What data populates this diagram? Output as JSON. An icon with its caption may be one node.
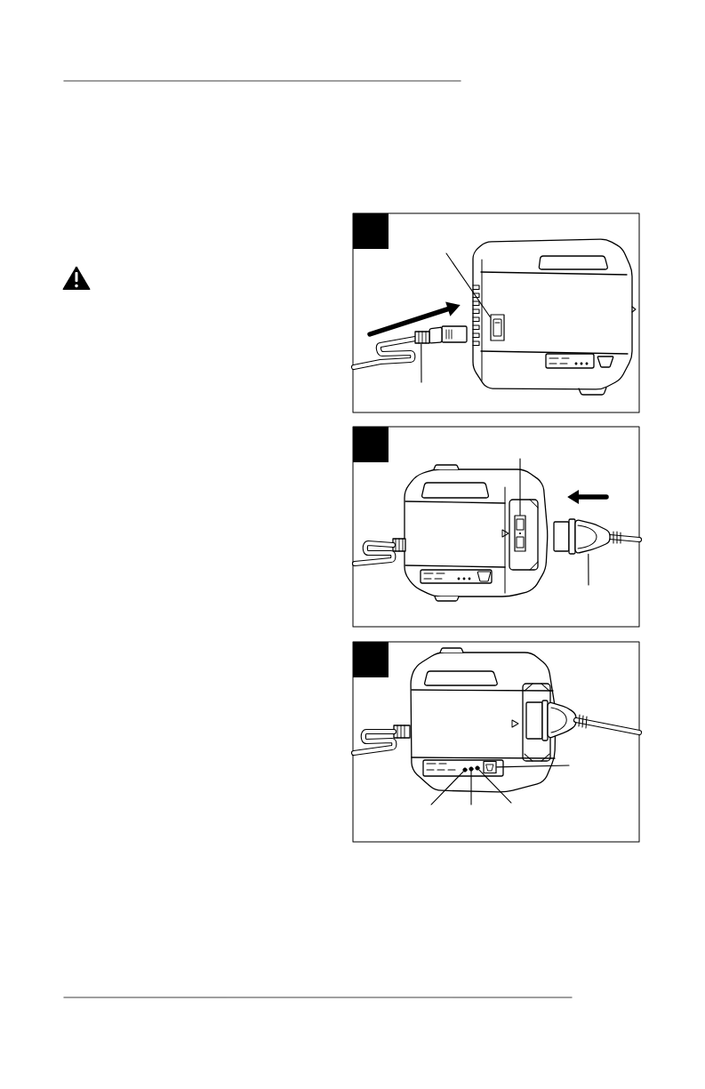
{
  "diagram": {
    "nodes": [
      {
        "text": [],
        "shape": "box"
      },
      {
        "text": [],
        "shape": "picture"
      },
      {
        "text": [],
        "shape": "box"
      },
      {
        "text": [],
        "shape": "picture"
      },
      {
        "text": [],
        "shape": "circle"
      },
      {
        "text": [],
        "shape": "circle"
      },
      {
        "text": [],
        "shape": "circle"
      },
      {
        "text": [],
        "shape": "box"
      }
    ],
    "edges": [
      {
        "from": null,
        "to": 0,
        "arrow": "none"
      },
      {
        "from": null,
        "to": 1,
        "arrow": "none"
      },
      {
        "from": null,
        "to": 2,
        "arrow": "none"
      },
      {
        "from": null,
        "to": 3,
        "arrow": "none"
      },
      {
        "from": null,
        "to": 4,
        "arrow": "none"
      },
      {
        "from": null,
        "to": 5,
        "arrow": "none"
      },
      {
        "from": null,
        "to": 6,
        "arrow": "none"
      },
      {
        "from": null,
        "to": 7,
        "arrow": "none"
      }
    ]
  }
}
